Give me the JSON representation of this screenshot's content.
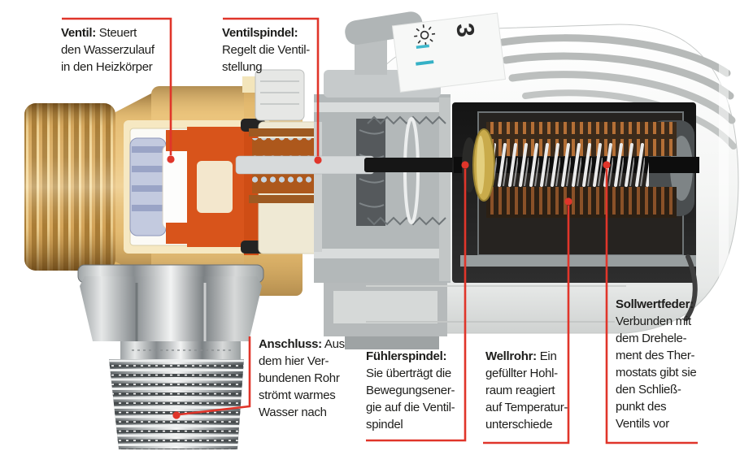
{
  "figure": {
    "subject": "Thermostatventil – cutaway diagram of a thermostatic radiator valve",
    "background": "#ffffff"
  },
  "colors": {
    "accent_red": "#e0352a",
    "label_text": "#1d1d1b",
    "brass": "#e9c178",
    "brass_cut_face": "#f6e8c2",
    "valve_insert_orange": "#d8541b",
    "valve_disc_lavender": "#c3cadf",
    "spring_copper": "#ad581c",
    "chrome_light": "#f2f3f3",
    "chrome_dark": "#5c6164",
    "head_shell_white": "#f4f5f4",
    "bonnet_grey": "#b3b8b9",
    "cavity_dark": "#1c1c1c",
    "bellows_copper": "#b46f36",
    "setpoint_spring_silver": "#ebebeb",
    "washer_gold": "#c9ab4b",
    "tick_cyan": "#3fb8cc"
  },
  "head_markings": {
    "frost_icon": "frost-protection-sun-symbol",
    "dial_number": "3",
    "tick_marks": 2
  },
  "labels": {
    "ventil": {
      "term": "Ventil:",
      "desc": " Steuert\nden Wasserzulauf\nin den Heizkörper"
    },
    "ventilspindel": {
      "term": "Ventilspindel:",
      "desc": "\nRegelt die Ventil-\nstellung"
    },
    "anschluss": {
      "term": "Anschluss:",
      "desc": " Aus\ndem hier Ver-\nbundenen Rohr\nströmt warmes\nWasser nach"
    },
    "fuehlerspindel": {
      "term": "Fühlerspindel:",
      "desc": "\nSie überträgt die\nBewegungsener-\ngie auf die Ventil-\nspindel"
    },
    "wellrohr": {
      "term": "Wellrohr:",
      "desc": " Ein\ngefüllter Hohl-\nraum reagiert\nauf Temperatur-\nunterschiede"
    },
    "sollwertfeder": {
      "term": "Sollwertfeder:",
      "desc": "\nVerbunden mit\ndem Drehele-\nment des Ther-\nmostats gibt sie\nden Schließ-\npunkt des\nVentils vor"
    }
  }
}
